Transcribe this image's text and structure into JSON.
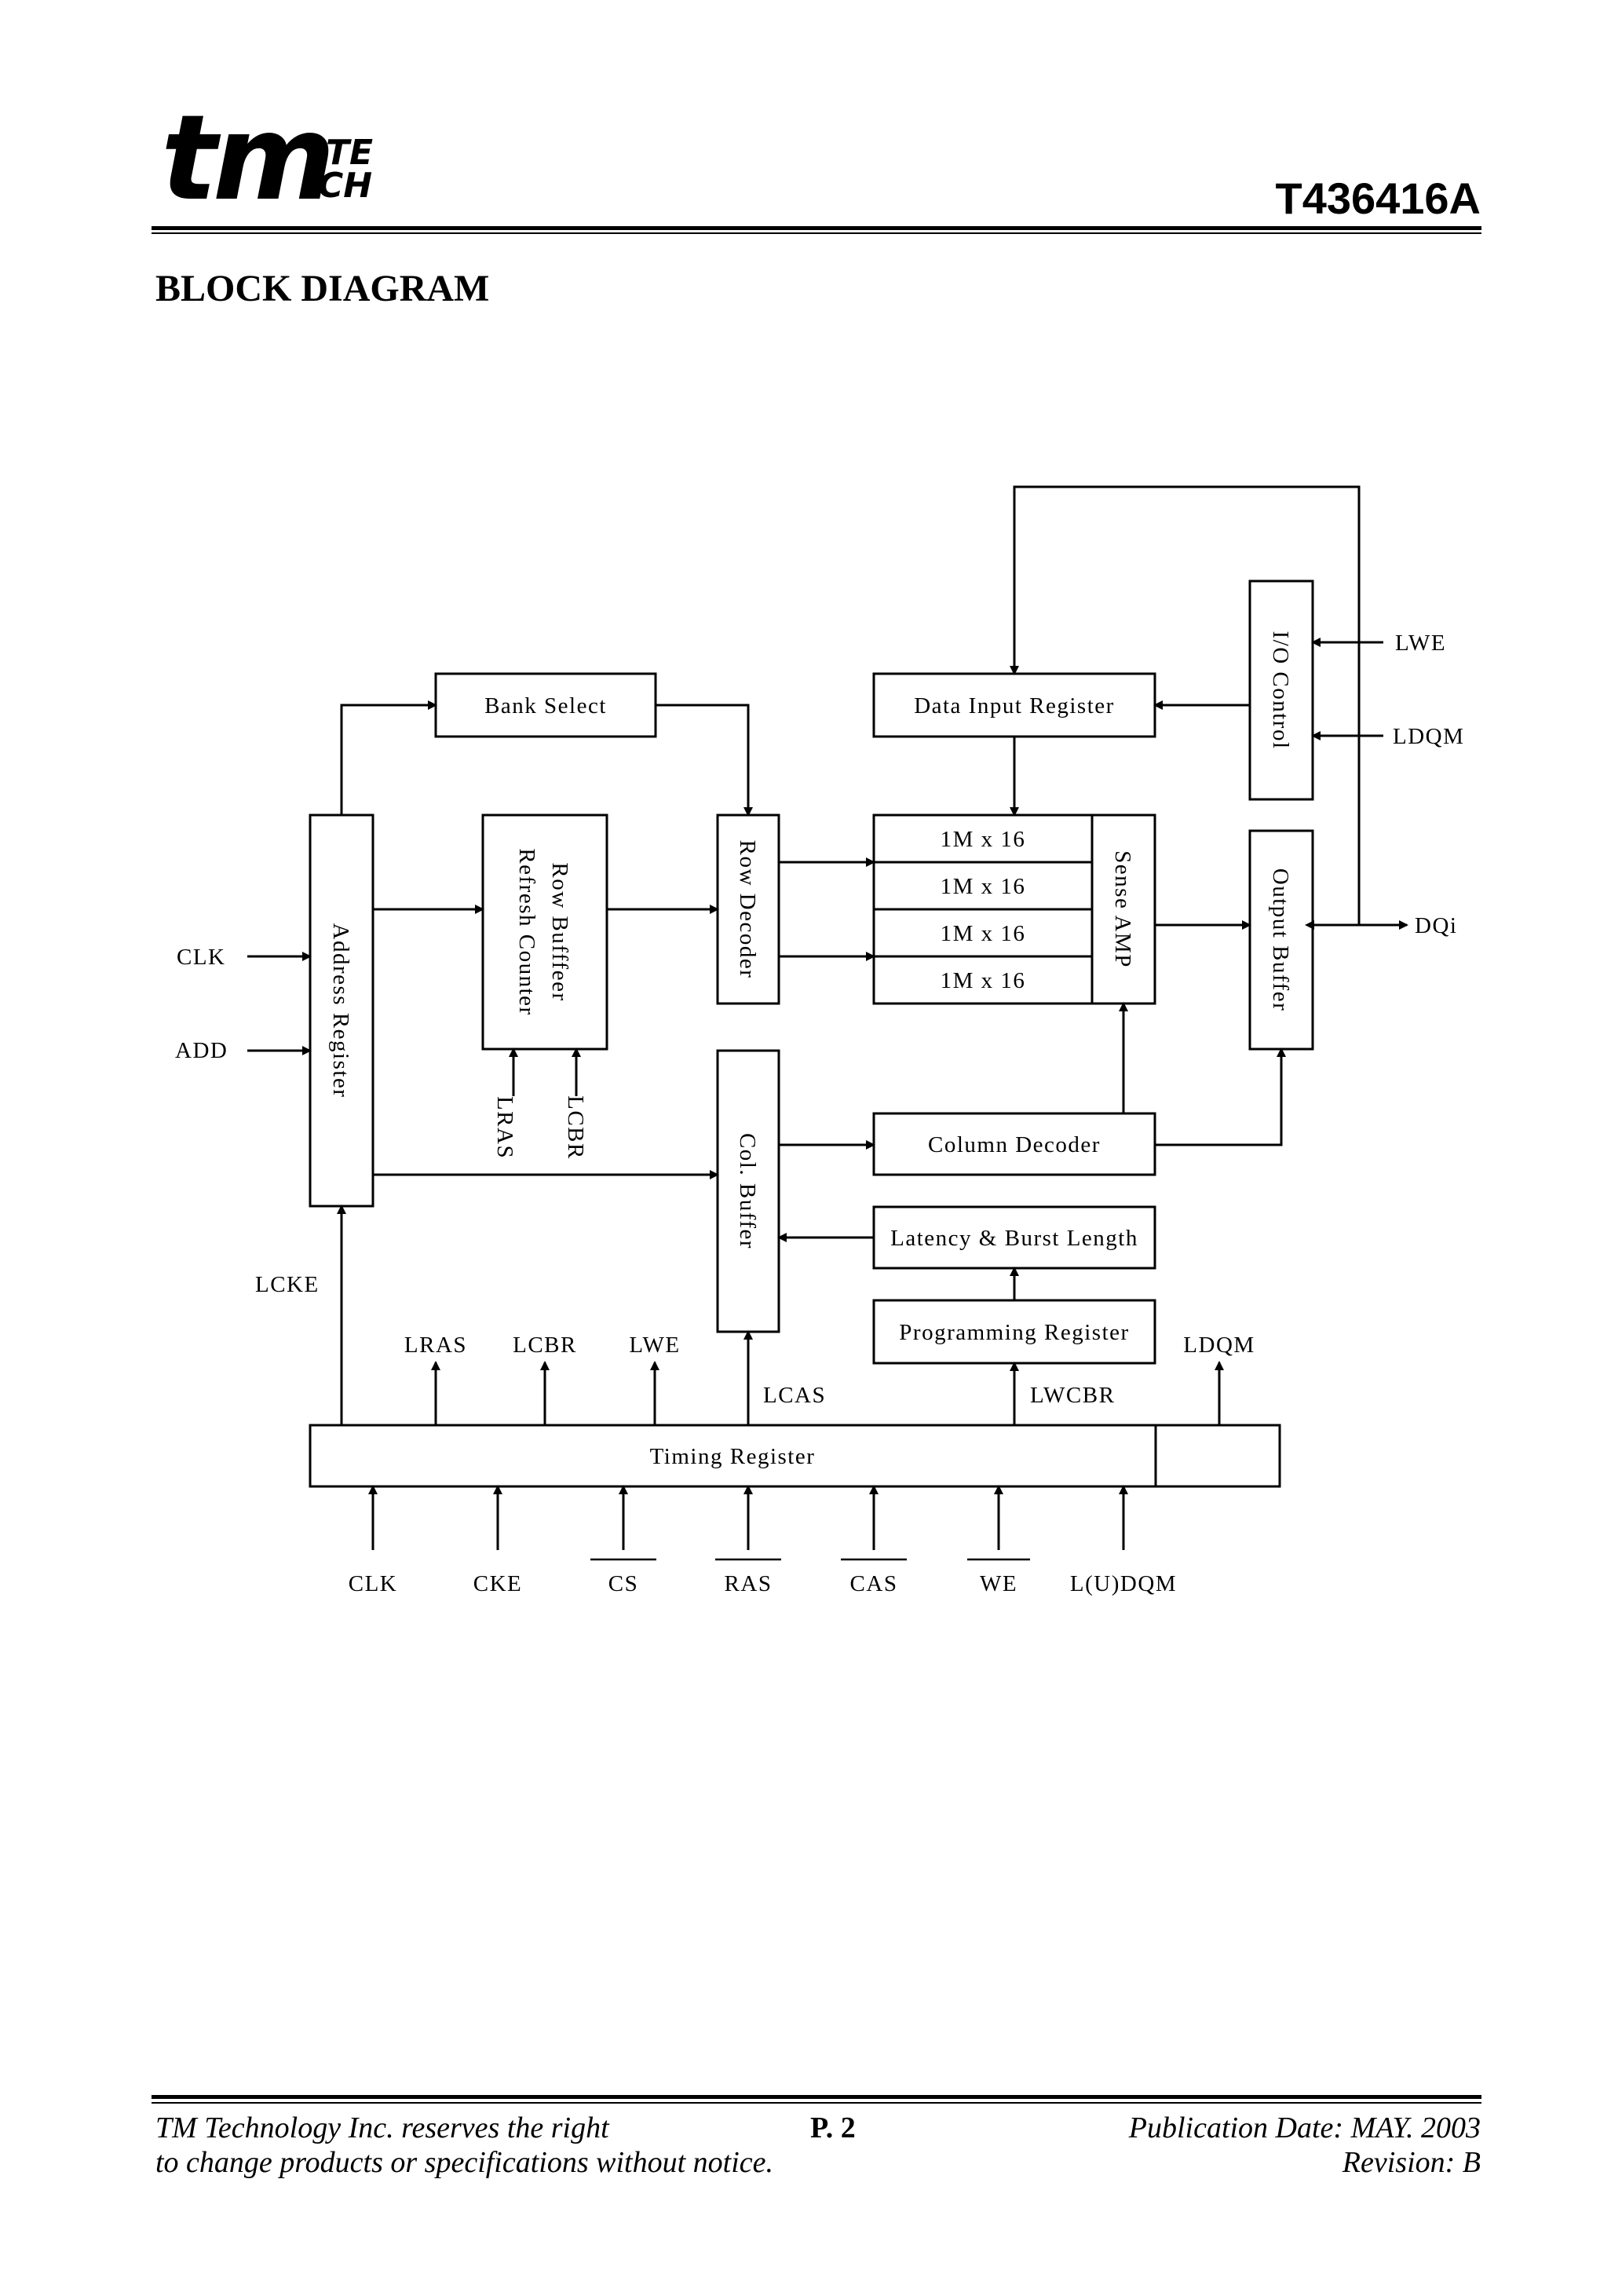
{
  "header": {
    "logo": {
      "main": "tm",
      "sub_top": "TE",
      "sub_bottom": "CH"
    },
    "part_number": "T436416A"
  },
  "page_title": "BLOCK DIAGRAM",
  "diagram": {
    "blocks": {
      "bank_select": "Bank Select",
      "data_input_register": "Data Input Register",
      "io_control": "I/O Control",
      "address_register": "Address Register",
      "row_buffer_line1": "Row Bufffeer",
      "row_buffer_line2": "Refresh Counter",
      "row_decoder": "Row Decoder",
      "memory_array": [
        "1M x 16",
        "1M x 16",
        "1M x 16",
        "1M x 16"
      ],
      "sense_amp": "Sense AMP",
      "output_buffer": "Output Buffer",
      "col_buffer": "Col. Buffer",
      "column_decoder": "Column Decoder",
      "latency_burst": "Latency & Burst Length",
      "programming_register": "Programming Register",
      "timing_register": "Timing Register"
    },
    "signals": {
      "lwe_in": "LWE",
      "ldqm_in": "LDQM",
      "dqi": "DQi",
      "clk_in": "CLK",
      "add_in": "ADD",
      "lras_rb": "LRAS",
      "lcbr_rb": "LCBR",
      "lcke": "LCKE",
      "lras_out": "LRAS",
      "lcbr_out": "LCBR",
      "lwe_out": "LWE",
      "lcas": "LCAS",
      "lwcbr": "LWCBR",
      "ldqm_out": "LDQM"
    },
    "bottom_inputs": [
      "CLK",
      "CKE",
      "CS",
      "RAS",
      "CAS",
      "WE",
      "L(U)DQM"
    ]
  },
  "footer": {
    "left_line1": "TM Technology Inc. reserves the right",
    "left_line2": "to change products or specifications without notice.",
    "page": "P. 2",
    "right_line1": "Publication Date: MAY. 2003",
    "right_line2": "Revision: B"
  }
}
